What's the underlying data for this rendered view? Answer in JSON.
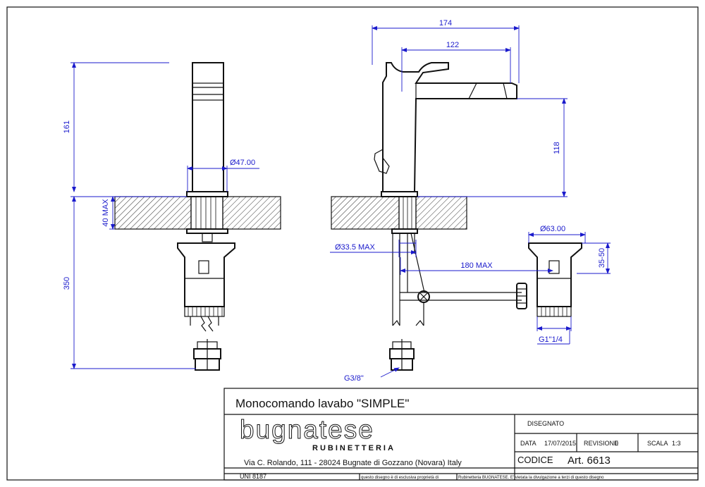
{
  "dimensions": {
    "d174": "174",
    "d122": "122",
    "d161": "161",
    "d118": "118",
    "d350": "350",
    "d40max": "40 MAX",
    "d47": "Ø47.00",
    "d63": "Ø63.00",
    "d33": "Ø33.5 MAX",
    "d180": "180 MAX",
    "d3550": "35-50",
    "g38": "G3/8\"",
    "g114": "G1\"1/4"
  },
  "title_block": {
    "title": "Monocomando lavabo \"SIMPLE\"",
    "brand": "bugnatese",
    "brand_sub": "RUBINETTERIA",
    "address": "Via C. Rolando, 111 - 28024 Bugnate di Gozzano (Novara) Italy",
    "uni": "UNI 8187",
    "disclaimer_left": "questo disegno è di esclusiva proprietà di",
    "disclaimer_right": "Rubinetteria BUGNATESE. E' vietata la divulgazione a terzi di questo disegno",
    "disegnato_label": "DISEGNATO",
    "data_label": "DATA",
    "data_value": "17/07/2015",
    "revisione_label": "REVISIONE",
    "revisione_value": "0",
    "scala_label": "SCALA",
    "scala_value": "1:3",
    "codice_label": "CODICE",
    "codice_value": "Art. 6613"
  },
  "colors": {
    "dimension": "#1a1acc",
    "outline": "#111111"
  }
}
